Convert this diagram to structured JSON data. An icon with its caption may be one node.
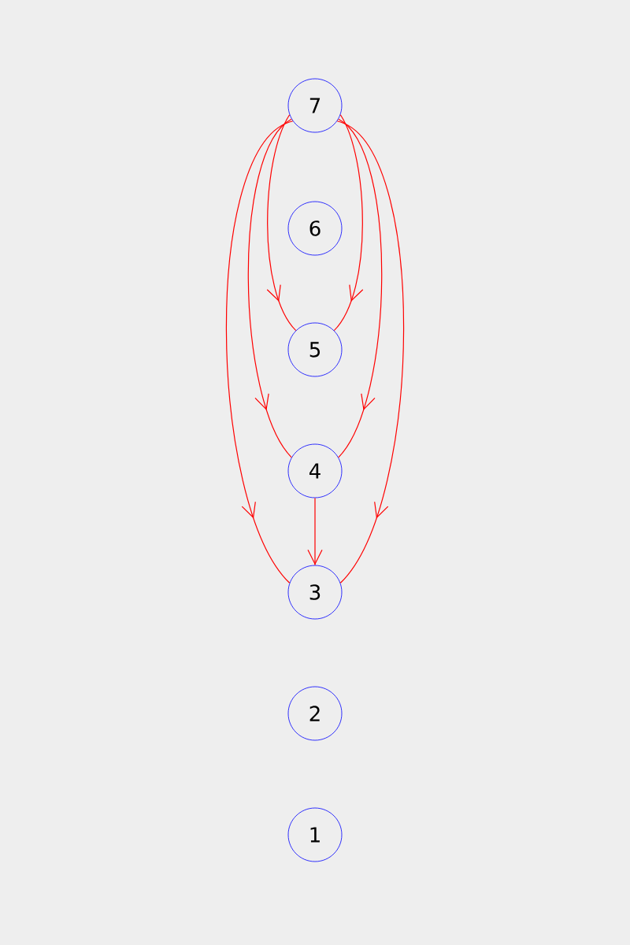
{
  "diagram": {
    "nodes": [
      {
        "text": [
          "7"
        ]
      },
      {
        "text": [
          "6"
        ]
      },
      {
        "text": [
          "5"
        ]
      },
      {
        "text": [
          "4"
        ]
      },
      {
        "text": [
          "3"
        ]
      },
      {
        "text": [
          "2"
        ]
      },
      {
        "text": [
          "1"
        ]
      }
    ],
    "edges": [
      {
        "from": 0,
        "to": 2,
        "arrow": "to",
        "color": "#ff0000"
      },
      {
        "from": 0,
        "to": 2,
        "arrow": "to",
        "color": "#ff0000"
      },
      {
        "from": 0,
        "to": 3,
        "arrow": "to",
        "color": "#ff0000"
      },
      {
        "from": 0,
        "to": 3,
        "arrow": "to",
        "color": "#ff0000"
      },
      {
        "from": 0,
        "to": 4,
        "arrow": "to",
        "color": "#ff0000"
      },
      {
        "from": 0,
        "to": 4,
        "arrow": "to",
        "color": "#ff0000"
      },
      {
        "from": 3,
        "to": 4,
        "arrow": "to",
        "color": "#ff0000"
      }
    ]
  }
}
